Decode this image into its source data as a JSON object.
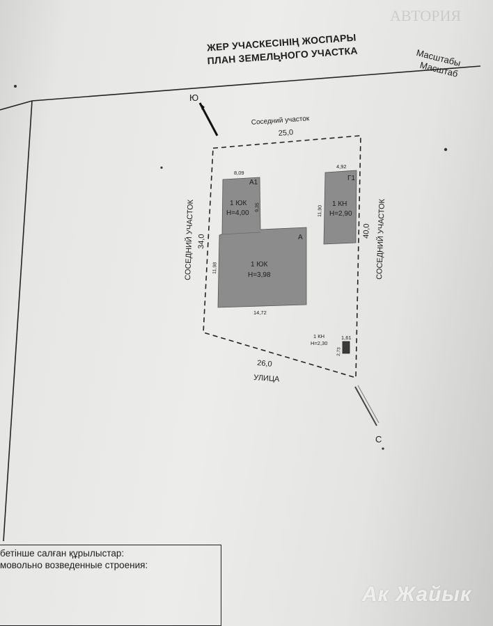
{
  "title": {
    "line1": "ЖЕР УЧАСКЕСІНІҢ ЖОСПАРЫ",
    "line2": "ПЛАН ЗЕМЕЛЬНОГО УЧАСТКА"
  },
  "scale": {
    "kz": "Масштабы",
    "ru": "Масштаб"
  },
  "plan": {
    "north_label": "С",
    "south_label": "Ю",
    "neighbor_top": "Соседний участок",
    "neighbor_left": "СОСЕДНИЙ УЧАСТОК",
    "neighbor_right": "СОСЕДНИЙ УЧАСТОК",
    "street": "УЛИЦА",
    "dim_top": "25,0",
    "dim_left": "34,0",
    "dim_right": "40,0",
    "dim_bottom": "26,0",
    "building_a1": {
      "label": "А1",
      "floors": "1 ЮК",
      "height": "H=4,00",
      "width": "8,09",
      "depth": "9,35"
    },
    "building_a": {
      "label": "А",
      "floors": "1 ЮК",
      "height": "H=3,98",
      "width": "14,72",
      "depth": "11,98"
    },
    "building_g1": {
      "label": "Г1",
      "floors": "1 КН",
      "height": "H=2,90",
      "width": "4,92",
      "depth": "11,90"
    },
    "building_small": {
      "floors": "1 КН",
      "height": "H=2,30",
      "width": "1,61",
      "depth": "2,73"
    }
  },
  "legend": {
    "kz": "бетінше салған құрылыстар:",
    "ru": "мовольно возведенные строения:"
  },
  "watermark": "Ак Жайык"
}
